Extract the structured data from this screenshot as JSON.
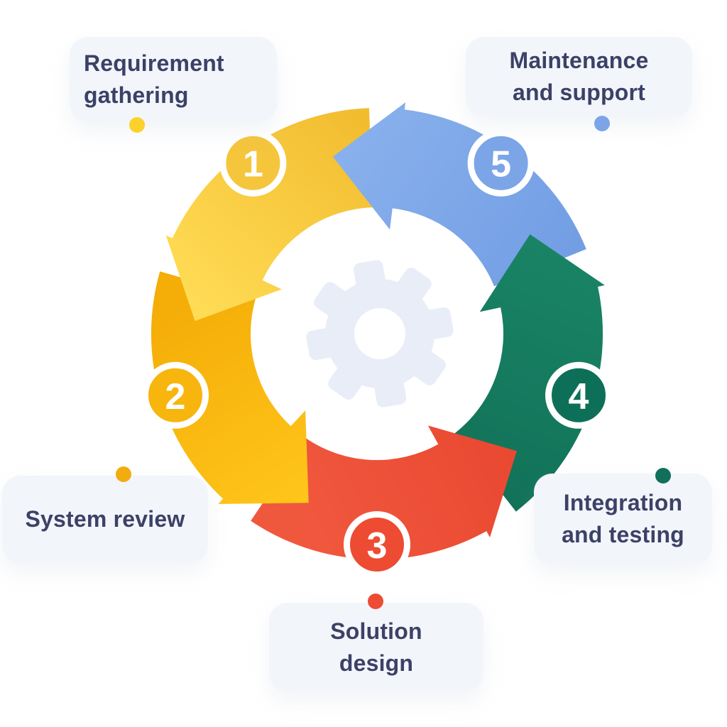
{
  "diagram": {
    "background_color": "#ffffff",
    "pill_background": "#F2F5FA",
    "label_text_color": "#3C4167",
    "badge_number_color": "#ffffff",
    "gear_icon_color": "#E9EDF8",
    "steps": [
      {
        "number": "1",
        "label_line1": "Requirement",
        "label_line2": "gathering",
        "arc_gradient": [
          "#F2BC2F",
          "#FFDC55"
        ],
        "badge_color": "#F5C53C",
        "dot_color": "#FAD22B"
      },
      {
        "number": "2",
        "label_line1": "System review",
        "label_line2": "",
        "arc_gradient": [
          "#F5AD08",
          "#FFC71B"
        ],
        "badge_color": "#F7B50D",
        "dot_color": "#F3AC0E"
      },
      {
        "number": "3",
        "label_line1": "Solution",
        "label_line2": "design",
        "arc_gradient": [
          "#F0583E",
          "#E94730"
        ],
        "badge_color": "#EE4B33",
        "dot_color": "#EE4B33"
      },
      {
        "number": "4",
        "label_line1": "Integration",
        "label_line2": "and testing",
        "arc_gradient": [
          "#0F6E55",
          "#1A8466"
        ],
        "badge_color": "#0E6F58",
        "dot_color": "#11705A"
      },
      {
        "number": "5",
        "label_line1": "Maintenance",
        "label_line2": "and support",
        "arc_gradient": [
          "#88B0EC",
          "#6F9BE3"
        ],
        "badge_color": "#7CA5E8",
        "dot_color": "#7CA5E8"
      }
    ]
  }
}
